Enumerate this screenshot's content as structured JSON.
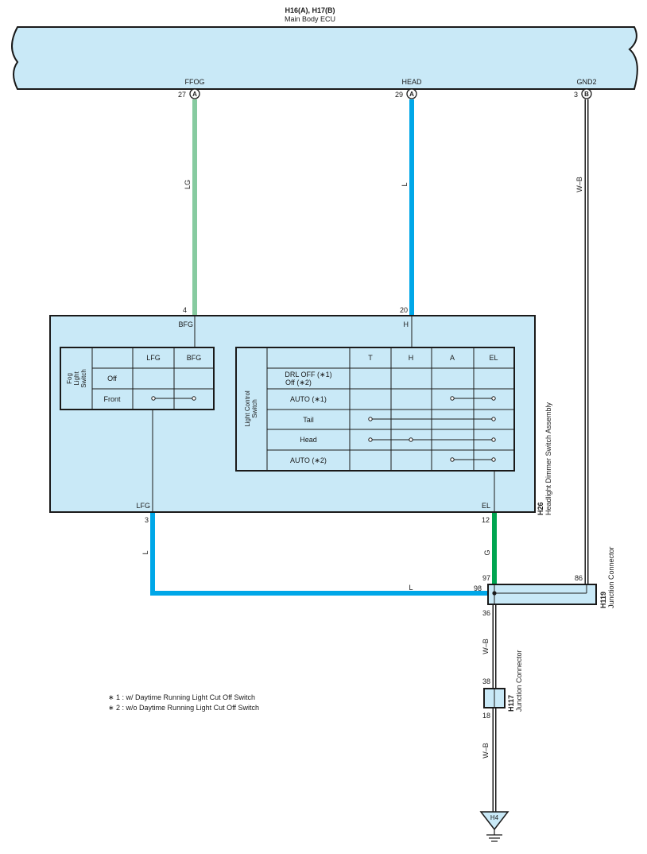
{
  "ecu": {
    "connector_title": "H16(A), H17(B)",
    "name": "Main Body ECU",
    "pins": [
      {
        "signal": "FFOG",
        "pin": "27",
        "conn": "A"
      },
      {
        "signal": "HEAD",
        "pin": "29",
        "conn": "A"
      },
      {
        "signal": "GND2",
        "pin": "3",
        "conn": "B"
      }
    ]
  },
  "wires": {
    "ffog_color": "LG",
    "head_color": "L",
    "gnd_color": "W–B",
    "lfg_color": "L",
    "lfg_horizontal_color": "L",
    "el_color": "G",
    "h119_to_h117_color": "W–B",
    "h117_to_ground_color": "W–B"
  },
  "colors": {
    "ecu_fill": "#c9e9f7",
    "wire_lg": "#87cba0",
    "wire_l": "#00a7e8",
    "wire_g": "#00a550",
    "wire_wb": "#ffffff"
  },
  "dimmer": {
    "code": "H26",
    "name": "Headlight Dimmer Switch Assembly",
    "pin_bfg": "4",
    "term_bfg": "BFG",
    "pin_h": "20",
    "term_h": "H",
    "pin_lfg": "3",
    "term_lfg": "LFG",
    "pin_el": "12",
    "term_el": "EL"
  },
  "fog_switch": {
    "title_lines": [
      "Fog",
      "Light",
      "Switch"
    ],
    "columns": [
      "LFG",
      "BFG"
    ],
    "rows": [
      "Off",
      "Front"
    ]
  },
  "light_control": {
    "title_lines": [
      "Light Control",
      "Switch"
    ],
    "columns": [
      "T",
      "H",
      "A",
      "EL"
    ],
    "rows": [
      {
        "label": "DRL OFF (∗1)",
        "label2": "Off (∗2)"
      },
      {
        "label": "AUTO (∗1)"
      },
      {
        "label": "Tail"
      },
      {
        "label": "Head"
      },
      {
        "label": "AUTO (∗2)"
      }
    ]
  },
  "h119": {
    "code": "H119",
    "name": "Junction Connector",
    "pin_98": "98",
    "pin_97": "97",
    "pin_86": "86",
    "pin_36": "36"
  },
  "h117": {
    "code": "H117",
    "name": "Junction Connector",
    "pin_38": "38",
    "pin_18": "18"
  },
  "ground": {
    "code": "H4"
  },
  "notes": [
    "∗ 1 : w/ Daytime Running Light Cut Off Switch",
    "∗ 2 : w/o Daytime Running Light Cut Off Switch"
  ]
}
